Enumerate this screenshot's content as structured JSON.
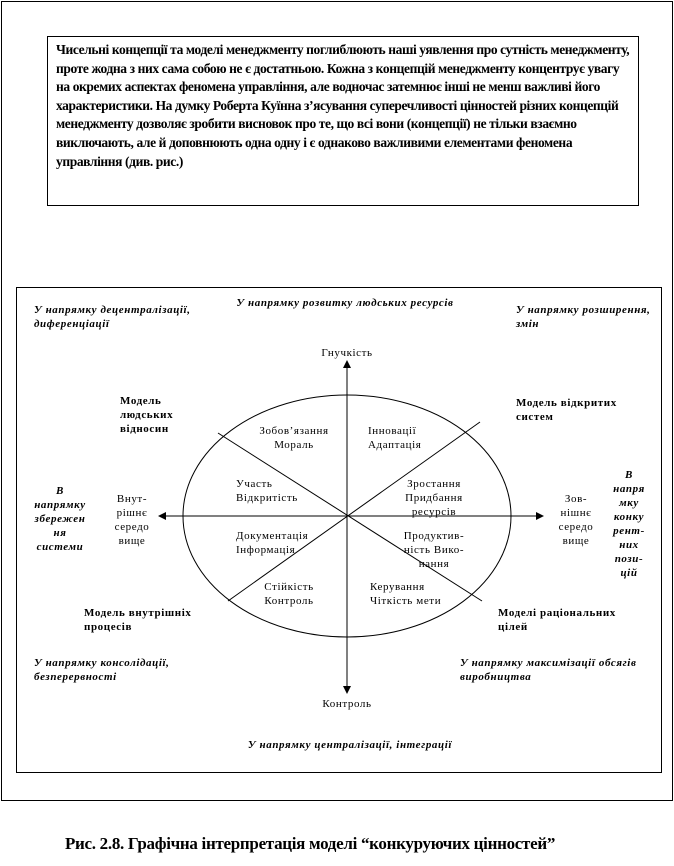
{
  "intro_text": "Чисельні концепції та моделі менеджменту поглиблюють наші уявлення про сутність менеджменту, проте жодна з них сама собою не є достатньою. Кожна з концепцій менеджменту концентрує увагу на окремих аспектах феномена управління, але водночас затемнює інші не менш важливі його характеристики. На думку Роберта Куїнна з’ясування суперечливості цінностей різних концепцій менеджменту дозволяє зробити висновок про те, що всі вони (концепції) не тільки взаємно виключають, але й доповнюють одна одну і є однаково важливими елементами феномена управління (див. рис.)",
  "diagram": {
    "directions": {
      "top": "У напрямку розвитку людських ресурсів",
      "top_left": "У напрямку децентралізації, диференціації",
      "top_right": "У напрямку розширення, змін",
      "left": "В напрямку збережен ня системи",
      "right": "В напря мку конку рент-них пози-цій",
      "bottom_left": "У напрямку консолідації, безперервності",
      "bottom_right": "У напрямку максимізації обсягів виробництва",
      "bottom": "У напрямку централізації, інтеграції"
    },
    "axes": {
      "top": "Гнучкість",
      "bottom": "Контроль",
      "left": "Внут-рішнє середо вище",
      "right": "Зов-нішнє середо вище"
    },
    "models": {
      "top_left": "Модель людських відносин",
      "top_right": "Модель відкритих систем",
      "bottom_left": "Модель внутрішніх процесів",
      "bottom_right": "Моделі раціональних цілей"
    },
    "sectors": {
      "s1": "Зобов’язання Мораль",
      "s2": "Інновації Адаптація",
      "s3": "Участь Відкритість",
      "s4": "Зростання Придбання ресурсів",
      "s5": "Документація Інформація",
      "s6": "Продуктив-ність Вико-нання",
      "s7": "Стійкість Контроль",
      "s8": "Керування Чіткість мети"
    }
  },
  "caption": "Рис. 2.8. Графічна інтерпретація моделі “конкуруючих цінностей”"
}
